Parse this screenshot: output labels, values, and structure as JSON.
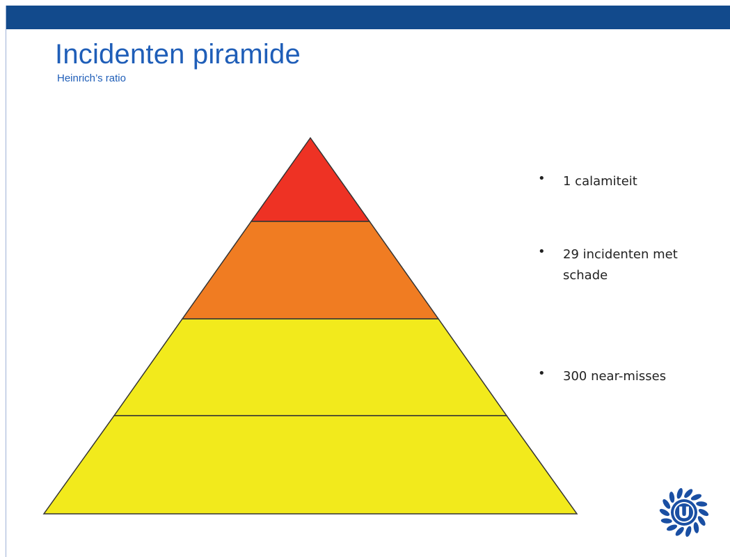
{
  "slide": {
    "title": "Incidenten piramide",
    "subtitle": "Heinrich’s ratio"
  },
  "pyramid": {
    "levels": [
      {
        "name": "top",
        "color": "#ee3224"
      },
      {
        "name": "upper-middle",
        "color": "#f07c22"
      },
      {
        "name": "lower-middle",
        "color": "#f2ea1c"
      },
      {
        "name": "base",
        "color": "#f2ea1c"
      }
    ],
    "outline_color": "#333333"
  },
  "bullets": [
    {
      "marker": "•",
      "text": "1 calamiteit"
    },
    {
      "marker": "•",
      "text": "29 incidenten met schade"
    },
    {
      "marker": "•",
      "text": "300 near-misses"
    }
  ],
  "logo": {
    "letter": "U",
    "icon": "sun-logo-icon",
    "color": "#1a4fa3"
  },
  "colors": {
    "bar": "#124a8c",
    "title": "#1f5eb8"
  }
}
